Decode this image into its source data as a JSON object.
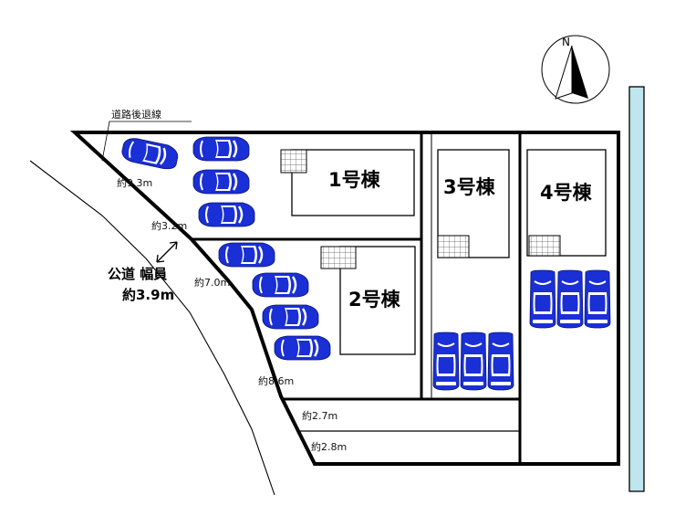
{
  "compass": {
    "label": "N"
  },
  "setback": {
    "label": "道路後退線"
  },
  "road": {
    "name": "公道 幅員",
    "width": "約3.9m"
  },
  "dimensions": {
    "top_frontage": "約9.3m",
    "mid_frontage": "約3.2m",
    "lot2_frontage": "約7.0m",
    "lower_frontage": "約8.6m",
    "drive_upper": "約2.7m",
    "drive_lower": "約2.8m"
  },
  "houses": [
    {
      "label": "1号棟"
    },
    {
      "label": "2号棟"
    },
    {
      "label": "3号棟"
    },
    {
      "label": "4号棟"
    }
  ],
  "colors": {
    "car": "#1a2fd6",
    "waterway": "#bfe6ee",
    "lines": "#000000"
  }
}
